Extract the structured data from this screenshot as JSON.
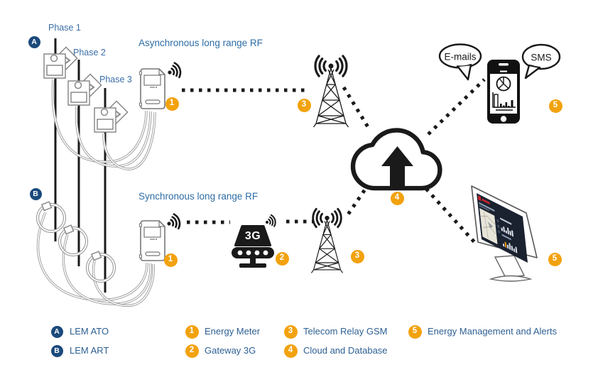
{
  "colors": {
    "navy_badge": "#1b4a7c",
    "orange_badge": "#f2a20e",
    "phase_label_blue": "#3a6ea8",
    "legend_text_blue": "#2d5f92",
    "diagram_ink": "#1a1a1a",
    "dashboard_red": "#c8232c"
  },
  "labels": {
    "phase_1": "Phase 1",
    "phase_2": "Phase 2",
    "phase_3": "Phase 3",
    "async_rf": "Asynchronous long range RF",
    "sync_rf": "Synchronous long range RF",
    "emails": "E-mails",
    "sms": "SMS",
    "gateway": "3G"
  },
  "badges": {
    "a": "A",
    "b": "B",
    "meter": "1",
    "gateway": "2",
    "telecom": "3",
    "cloud": "4",
    "alerts": "5"
  },
  "icons": {
    "rf_signal": "dot with three radio arcs",
    "telecom_tower": "lattice antenna mast with radio waves",
    "gateway_3g": "black router labelled 3G",
    "cloud_upload": "cloud outline with up arrow",
    "smartphone": "phone showing pie and bar charts",
    "desktop_monitor": "monitor showing energy dashboard",
    "ct_clamp": "split-core current transformer",
    "rogowski_coil": "flexible current loop"
  },
  "legend": {
    "items": [
      {
        "marker": "A",
        "label": "LEM ATO"
      },
      {
        "marker": "B",
        "label": "LEM ART"
      },
      {
        "marker": "1",
        "label": "Energy Meter"
      },
      {
        "marker": "2",
        "label": "Gateway 3G"
      },
      {
        "marker": "3",
        "label": "Telecom Relay GSM"
      },
      {
        "marker": "4",
        "label": "Cloud and Database"
      },
      {
        "marker": "5",
        "label": "Energy Management and Alerts"
      }
    ]
  }
}
